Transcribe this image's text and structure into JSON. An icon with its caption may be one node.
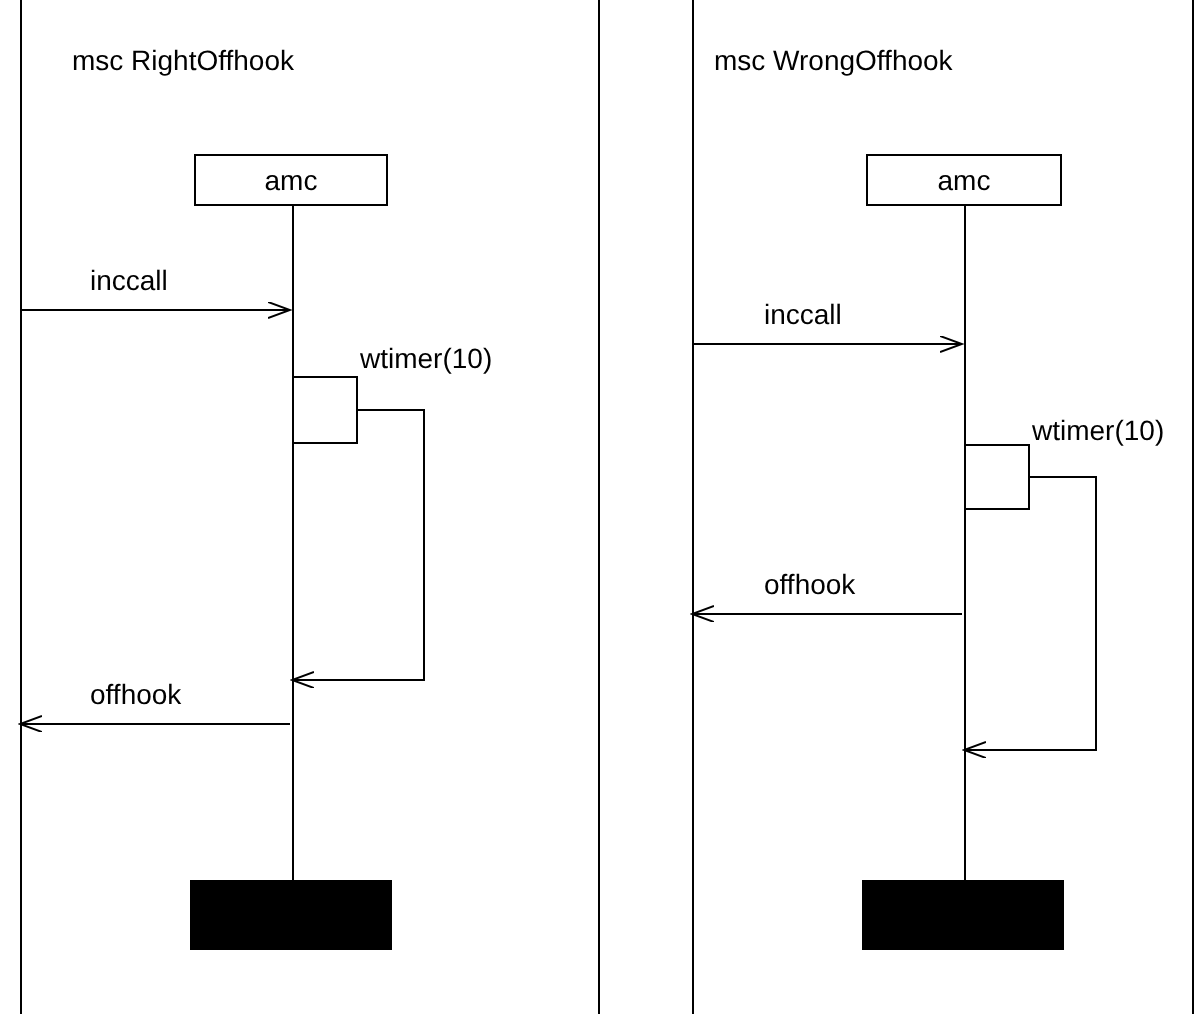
{
  "diagram": {
    "nodes": [
      {
        "text": [
          "msc RightOffhook"
        ]
      },
      {
        "text": [
          "amc"
        ],
        "in": 0
      },
      {
        "text": [],
        "shape": "bar",
        "in": 0
      },
      {
        "text": [],
        "shape": "box",
        "in": 0,
        "beside": [
          "wtimer(10)"
        ]
      },
      {
        "text": [],
        "shape": "bar",
        "in": 0
      },
      {
        "text": [
          "msc WrongOffhook"
        ]
      },
      {
        "text": [
          "amc"
        ],
        "in": 5
      },
      {
        "text": [],
        "shape": "bar",
        "in": 5
      },
      {
        "text": [],
        "shape": "box",
        "in": 5,
        "beside": [
          "wtimer(10)"
        ]
      },
      {
        "text": [],
        "shape": "bar",
        "in": 5
      }
    ],
    "edges": [
      {
        "from": 0,
        "to": 2,
        "arrow": "to",
        "label": "inccall"
      },
      {
        "from": 3,
        "to": 2,
        "arrow": "to"
      },
      {
        "from": 2,
        "to": 0,
        "arrow": "to",
        "label": "offhook"
      },
      {
        "from": 5,
        "to": 7,
        "arrow": "to",
        "label": "inccall"
      },
      {
        "from": 7,
        "to": 5,
        "arrow": "to",
        "label": "offhook"
      },
      {
        "from": 8,
        "to": 7,
        "arrow": "to"
      }
    ]
  }
}
